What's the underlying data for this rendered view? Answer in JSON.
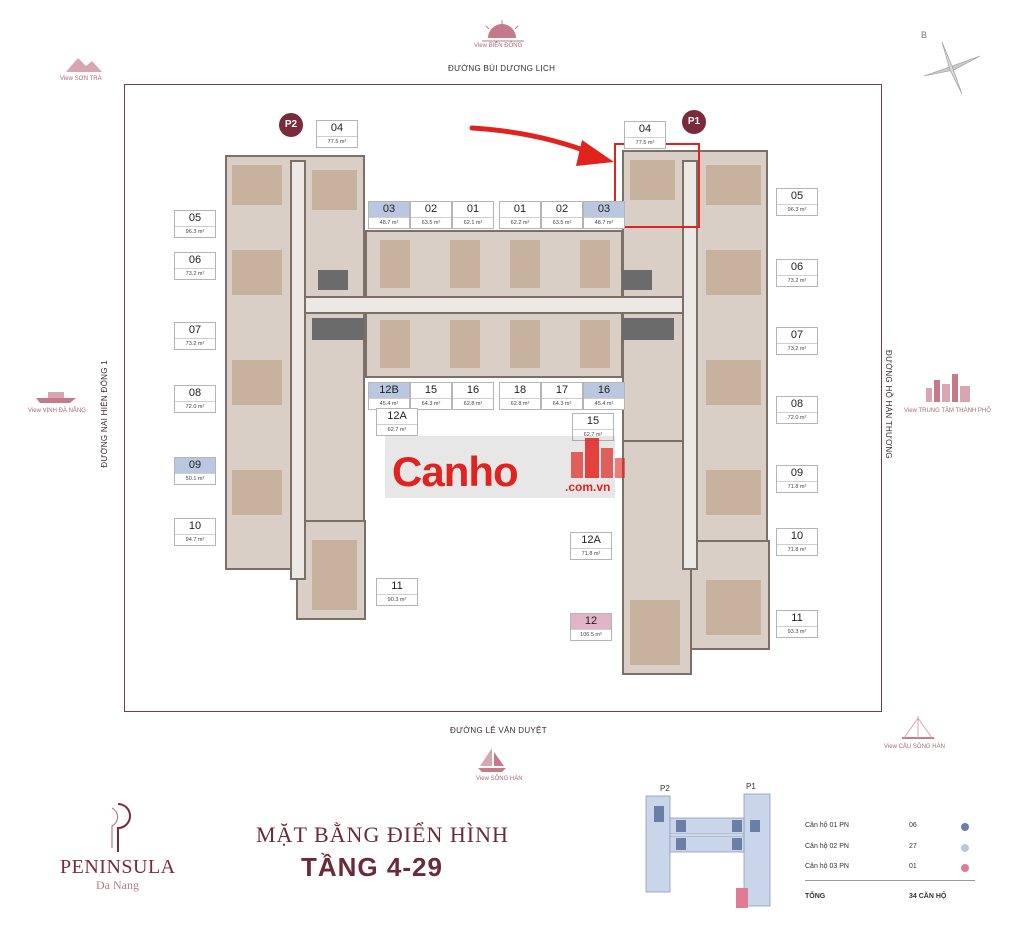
{
  "streets": {
    "north": "ĐƯỜNG BÙI DƯƠNG LỊCH",
    "south": "ĐƯỜNG LÊ VĂN DUYỆT",
    "west": "ĐƯỜNG NAI HIÊN ĐÔNG 1",
    "east": "ĐƯỜNG HỒ HÁN THƯƠNG"
  },
  "views": {
    "north": "View BIỂN ĐÔNG",
    "north_west": "View SƠN TRÀ",
    "west": "View VỊNH ĐÀ NẴNG",
    "east": "View TRUNG TÂM THÀNH PHỐ",
    "south": "View SÔNG HÀN",
    "south_east": "View CẦU SÔNG HÀN"
  },
  "compass": "B",
  "towers": {
    "p1": "P1",
    "p2": "P2"
  },
  "units": {
    "p2_04": {
      "no": "04",
      "area": "77.5 m²"
    },
    "p2_05": {
      "no": "05",
      "area": "96.3 m²"
    },
    "p2_06": {
      "no": "06",
      "area": "73.2 m²"
    },
    "p2_07": {
      "no": "07",
      "area": "73.2 m²"
    },
    "p2_08": {
      "no": "08",
      "area": "72.0 m²"
    },
    "p2_09": {
      "no": "09",
      "area": "50.1 m²"
    },
    "p2_10": {
      "no": "10",
      "area": "94.7 m²"
    },
    "p2_11": {
      "no": "11",
      "area": "90.3 m²"
    },
    "p2_03": {
      "no": "03",
      "area": "48.7 m²"
    },
    "p2_02": {
      "no": "02",
      "area": "63.5 m²"
    },
    "p2_01": {
      "no": "01",
      "area": "62.1 m²"
    },
    "p2_12b": {
      "no": "12B",
      "area": "45.4 m²"
    },
    "p2_15": {
      "no": "15",
      "area": "64.3 m²"
    },
    "p2_16": {
      "no": "16",
      "area": "62.8 m²"
    },
    "p2_12a": {
      "no": "12A",
      "area": "62.7 m²"
    },
    "p1_01": {
      "no": "01",
      "area": "62.2 m²"
    },
    "p1_02": {
      "no": "02",
      "area": "63.5 m²"
    },
    "p1_03": {
      "no": "03",
      "area": "48.7 m²"
    },
    "p1_04": {
      "no": "04",
      "area": "77.5 m²"
    },
    "p1_05": {
      "no": "05",
      "area": "96.3 m²"
    },
    "p1_06": {
      "no": "06",
      "area": "73.2 m²"
    },
    "p1_07": {
      "no": "07",
      "area": "73.2 m²"
    },
    "p1_08": {
      "no": "08",
      "area": "72.0 m²"
    },
    "p1_09": {
      "no": "09",
      "area": "71.8 m²"
    },
    "p1_10": {
      "no": "10",
      "area": "71.8 m²"
    },
    "p1_11": {
      "no": "11",
      "area": "93.3 m²"
    },
    "p1_18": {
      "no": "18",
      "area": "62.8 m²"
    },
    "p1_17": {
      "no": "17",
      "area": "64.3 m²"
    },
    "p1_16": {
      "no": "16",
      "area": "45.4 m²"
    },
    "p1_15": {
      "no": "15",
      "area": "62.7 m²"
    },
    "p1_12a": {
      "no": "12A",
      "area": "71.8 m²"
    },
    "p1_12": {
      "no": "12",
      "area": "106.5 m²"
    }
  },
  "title": {
    "line1": "MẶT BẰNG ĐIỂN HÌNH",
    "line2": "TẦNG 4-29"
  },
  "brand": {
    "name": "PENINSULA",
    "city": "Da Nang"
  },
  "mini_map": {
    "p2": "P2",
    "p1": "P1"
  },
  "legend": {
    "rows": [
      {
        "label": "Căn hộ 01 PN",
        "count": "06",
        "color": "#6b7fa6"
      },
      {
        "label": "Căn hộ 02 PN",
        "count": "27",
        "color": "#b9c8e0"
      },
      {
        "label": "Căn hộ 03 PN",
        "count": "01",
        "color": "#e07a95"
      }
    ],
    "total_label": "TỔNG",
    "total_value": "34 CĂN HỘ"
  },
  "watermark": {
    "main": "Canho",
    "sub": ".com.vn"
  },
  "colors": {
    "accent": "#7a2a3a",
    "frame": "#6e3f4a",
    "arrow": "#e0231f"
  }
}
